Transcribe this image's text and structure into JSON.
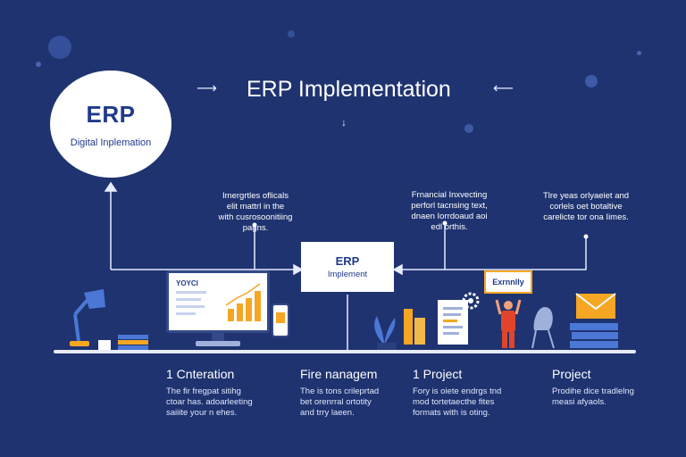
{
  "title": "ERP Implementation",
  "hero": {
    "heading": "ERP",
    "subtitle": "Digital Inplemation"
  },
  "center_box": {
    "heading": "ERP",
    "subtitle": "Implement"
  },
  "notes": [
    {
      "text": "Imergrtles oflicals\nelit mattrl in the\nwith cusrosoonitiing\npagns."
    },
    {
      "text": "Frnancial Inxvecting\nperforl tacnsing text,\ndnaen Iorrdoaud aoi\nedl orthis."
    },
    {
      "text": "Tlre yeas orlyaeiet and\ncorlels oet botaltive\ncarelicte tor ona Iimes."
    }
  ],
  "monitor": {
    "label": "YOYCI"
  },
  "calendar": {
    "label": "Exrnnlly"
  },
  "columns": [
    {
      "title": "1 Cnteration",
      "desc": "The fir fregpat sitihg\nctoar has. adoarleeting\nsaiiite your n ehes."
    },
    {
      "title": "Fire nanagem",
      "desc": "The is tons crileprtad\nbet orenrral ortotity\nand trry laeen."
    },
    {
      "title": "1 Project",
      "desc": "Fory is oiete endrgs tnd\nmod tortetaecthe fites\nformats with is oting."
    },
    {
      "title": "Project",
      "desc": "Prodihe dice tradlelng\nmeasi afyaols."
    }
  ],
  "colors": {
    "background": "#1f3370",
    "accent_blue": "#1f3a8a",
    "chart_orange": "#f5a623",
    "person_red": "#e0452b",
    "line": "#e7ebf7"
  }
}
